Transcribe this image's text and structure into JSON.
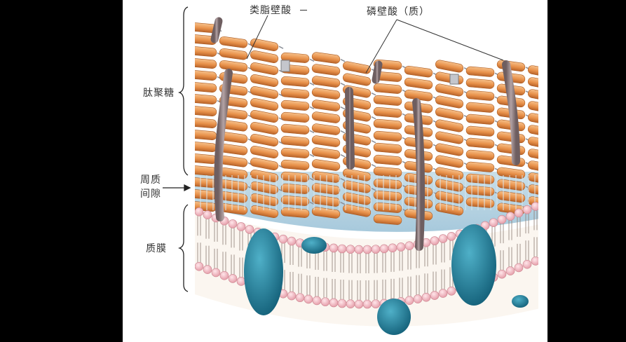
{
  "labels": {
    "lipoteichoic_acid": "类脂壁酸",
    "teichoic_acid": "磷壁酸（质）",
    "peptidoglycan": "肽聚糖",
    "periplasmic_space_line1": "周质",
    "periplasmic_space_line2": "间隙",
    "plasma_membrane": "质膜"
  },
  "colors": {
    "background": "#000000",
    "panel": "#ffffff",
    "glycan_unit": "#e89a50",
    "glycan_unit_dark": "#c9722c",
    "teichoic_rod": "#8a7878",
    "periplasm": "#b8d4e4",
    "lipid_head": "#f0b8c0",
    "membrane_protein": "#1f7a96"
  }
}
